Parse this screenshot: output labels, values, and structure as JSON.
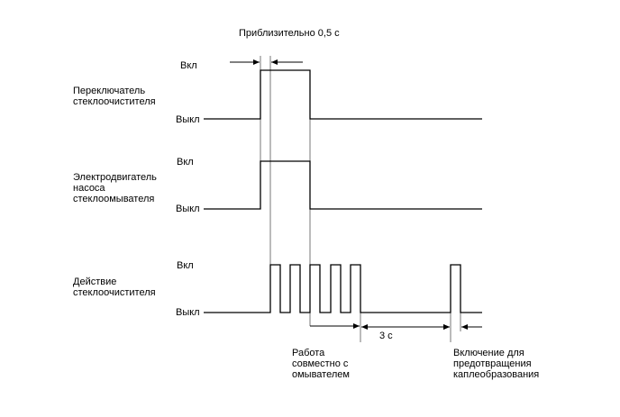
{
  "top_annotation": "Приблизительно 0,5 с",
  "rows": [
    {
      "label_lines": [
        "Переключатель",
        "стеклоочистителя"
      ],
      "on_label": "Вкл",
      "off_label": "Выкл"
    },
    {
      "label_lines": [
        "Электродвигатель",
        "насоса",
        "стеклоомывателя"
      ],
      "on_label": "Вкл",
      "off_label": "Выкл"
    },
    {
      "label_lines": [
        "Действие",
        "стеклоочистителя"
      ],
      "on_label": "Вкл",
      "off_label": "Выкл"
    }
  ],
  "bottom_annotations": {
    "washer_operation_lines": [
      "Работа",
      "совместно с",
      "омывателем"
    ],
    "interval": "3 с",
    "anti_drip_lines": [
      "Включение для",
      "предотвращения",
      "каплеобразования"
    ]
  },
  "colors": {
    "line": "#000000",
    "guide": "#555555",
    "background": "#ffffff"
  }
}
